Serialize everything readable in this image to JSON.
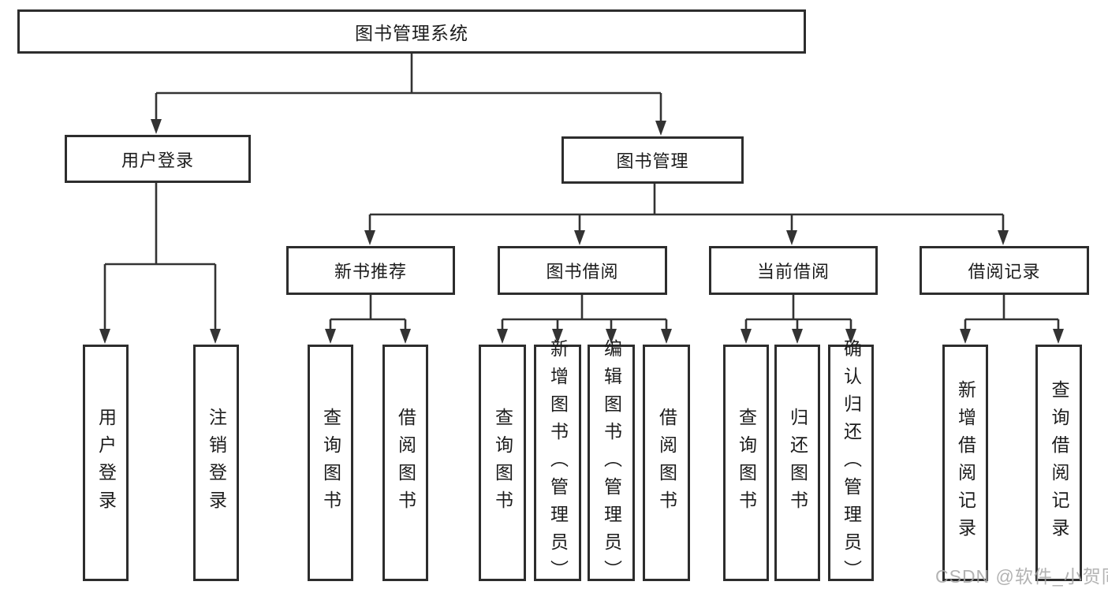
{
  "tree": {
    "root": {
      "label": "图书管理系统",
      "children": [
        {
          "label": "用户登录",
          "children": [
            {
              "label": "用户登录"
            },
            {
              "label": "注销登录"
            }
          ]
        },
        {
          "label": "图书管理",
          "children": [
            {
              "label": "新书推荐",
              "children": [
                {
                  "label": "查询图书"
                },
                {
                  "label": "借阅图书"
                }
              ]
            },
            {
              "label": "图书借阅",
              "children": [
                {
                  "label": "查询图书"
                },
                {
                  "label": "新增图书（管理员）"
                },
                {
                  "label": "编辑图书（管理员）"
                },
                {
                  "label": "借阅图书"
                }
              ]
            },
            {
              "label": "当前借阅",
              "children": [
                {
                  "label": "查询图书"
                },
                {
                  "label": "归还图书"
                },
                {
                  "label": "确认归还（管理员）"
                }
              ]
            },
            {
              "label": "借阅记录",
              "children": [
                {
                  "label": "新增借阅记录"
                },
                {
                  "label": "查询借阅记录"
                }
              ]
            }
          ]
        }
      ]
    }
  },
  "watermark": {
    "text": "CSDN @软件_小贺同学"
  },
  "colors": {
    "line": "#333333",
    "border": "#2d2d2d",
    "text": "#1c1c1c",
    "background": "#ffffff",
    "watermark": "#a6a6a6"
  }
}
